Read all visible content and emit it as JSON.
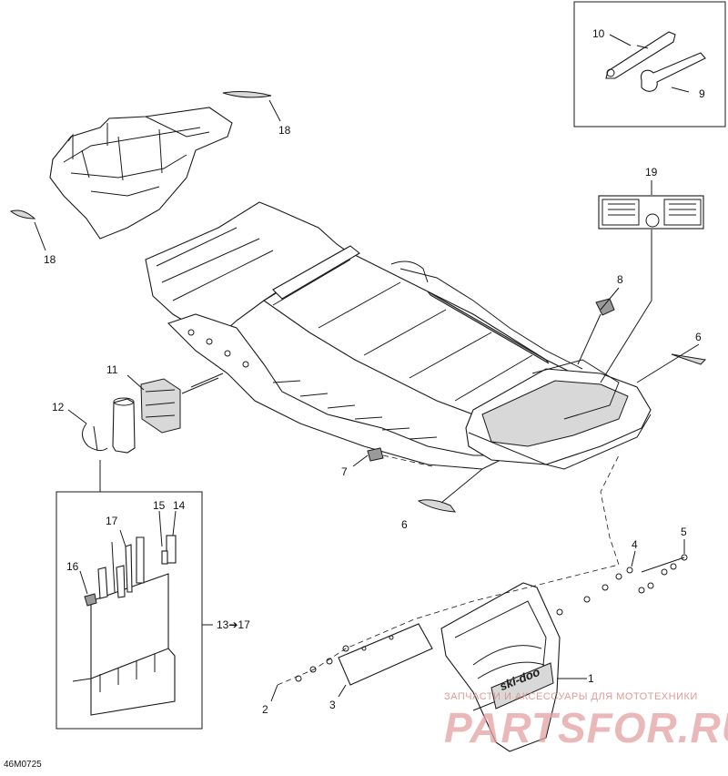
{
  "diagram": {
    "drawing_code": "46M0725",
    "callouts": {
      "c1": "1",
      "c2": "2",
      "c3": "3",
      "c4": "4",
      "c5": "5",
      "c6a": "6",
      "c6b": "6",
      "c7": "7",
      "c8": "8",
      "c9": "9",
      "c10": "10",
      "c11": "11",
      "c12": "12",
      "c13_17": "13➔17",
      "c14": "14",
      "c15": "15",
      "c16": "16",
      "c17": "17",
      "c18a": "18",
      "c18b": "18",
      "c19": "19"
    },
    "decal_brand": "ski-doo"
  },
  "watermark": {
    "top_line": "ЗАПЧАСТИ И АКСЕССУАРЫ ДЛЯ МОТОТЕХНИКИ",
    "brand": "PARTSFOR.RU"
  },
  "colors": {
    "line": "#1a1a1a",
    "watermark": "#e3a1a1"
  }
}
